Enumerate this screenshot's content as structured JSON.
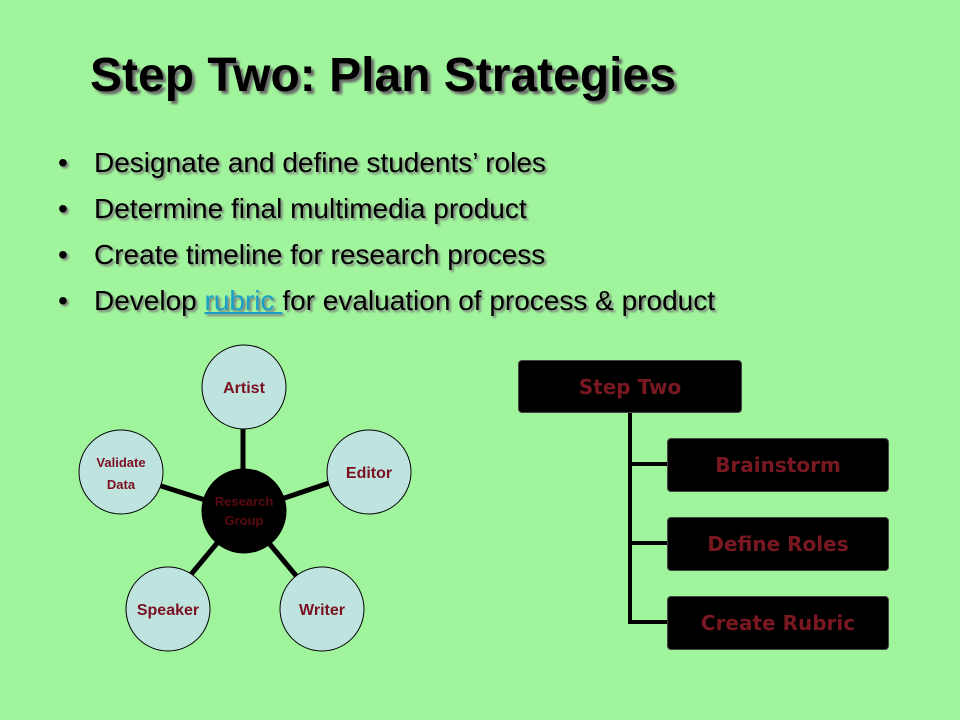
{
  "title": "Step Two: Plan Strategies",
  "bullets": [
    "Designate and define students’ roles",
    "Determine final  multimedia product",
    "Create timeline for research process"
  ],
  "bullet4": {
    "prefix": "Develop ",
    "link": "rubric ",
    "suffix": "for evaluation of process & product"
  },
  "bullet_glyph": "•",
  "hub": {
    "center": "Research Group",
    "center_line1": "Research",
    "center_line2": "Group",
    "nodes": {
      "artist": "Artist",
      "editor": "Editor",
      "writer": "Writer",
      "speaker": "Speaker",
      "validate_line1": "Validate",
      "validate_line2": "Data"
    }
  },
  "tree": {
    "root": "Step Two",
    "children": [
      "Brainstorm",
      "Define Roles",
      "Create Rubric"
    ]
  },
  "colors": {
    "background": "#a0f59c",
    "node_fill": "#bfe3df",
    "center_fill": "#000000",
    "label": "#7a1020",
    "link": "#1a8fb0"
  }
}
